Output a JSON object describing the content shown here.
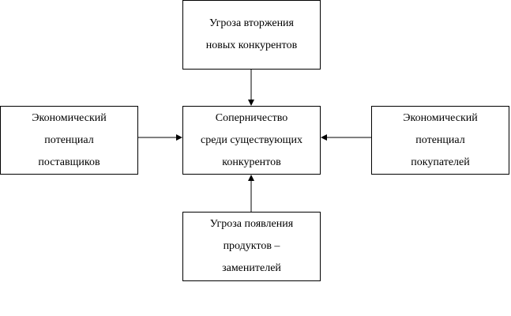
{
  "boxes": {
    "top": {
      "lines": [
        "Угроза вторжения",
        "новых конкурентов"
      ]
    },
    "center": {
      "lines": [
        "Соперничество",
        "среди существующих",
        "конкурентов"
      ]
    },
    "left": {
      "lines": [
        "Экономический",
        "потенциал",
        "поставщиков"
      ]
    },
    "right": {
      "lines": [
        "Экономический",
        "потенциал",
        "покупателей"
      ]
    },
    "bottom": {
      "lines": [
        "Угроза появления",
        "продуктов –",
        "заменителей"
      ]
    }
  },
  "arrows": [
    {
      "from": "top",
      "to": "center"
    },
    {
      "from": "left",
      "to": "center"
    },
    {
      "from": "right",
      "to": "center"
    },
    {
      "from": "bottom",
      "to": "center"
    }
  ],
  "colors": {
    "line": "#000000",
    "background": "#ffffff"
  }
}
